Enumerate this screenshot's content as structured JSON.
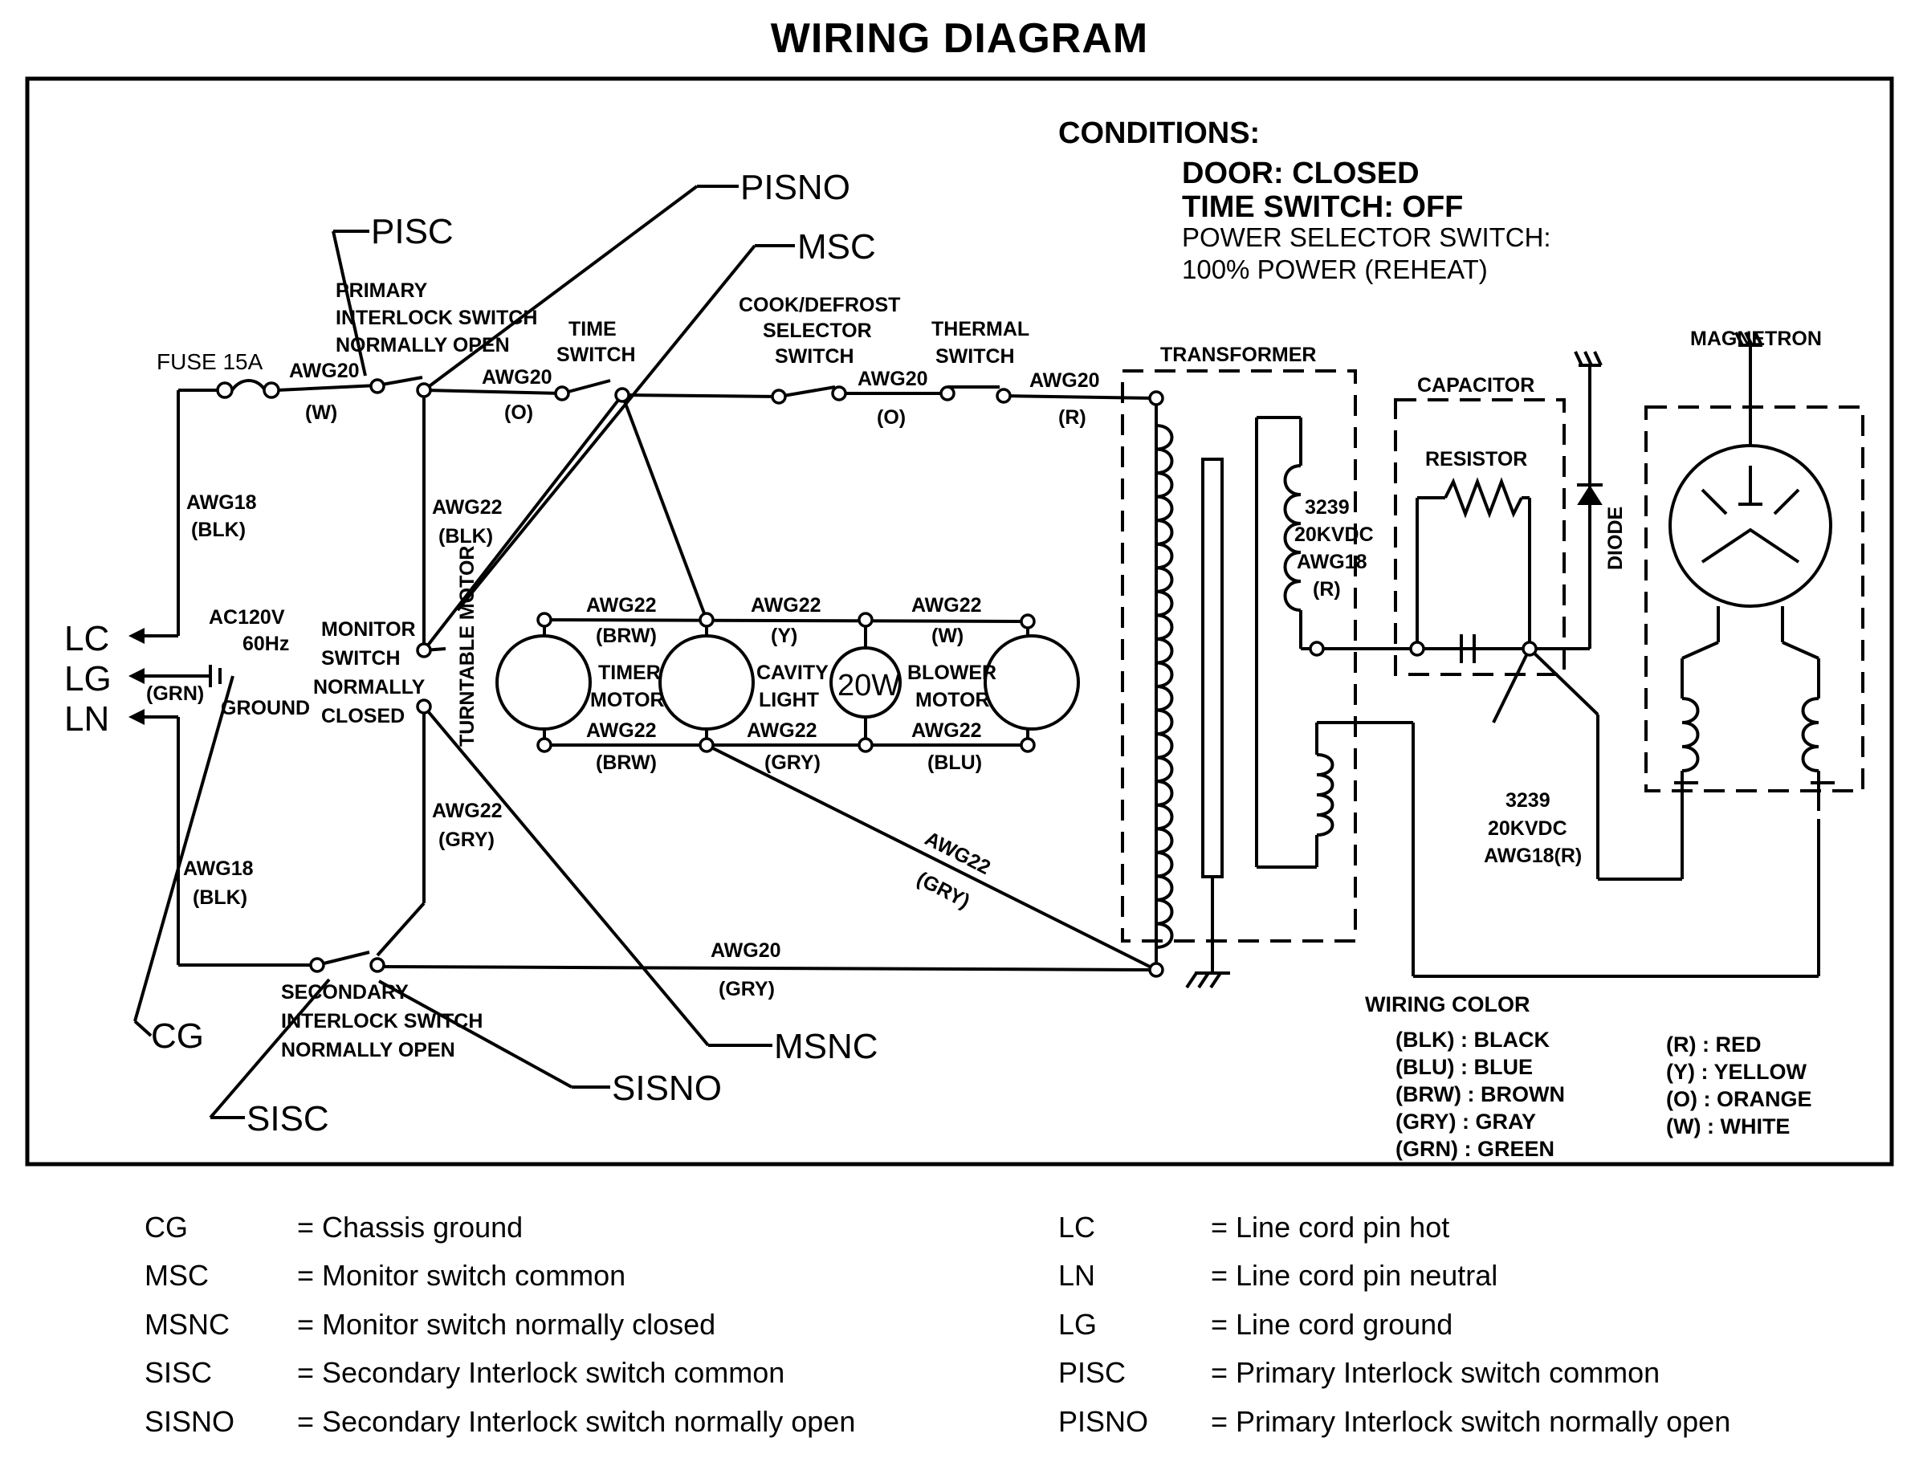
{
  "title": "WIRING DIAGRAM",
  "conditions": {
    "heading": "CONDITIONS:",
    "door": "DOOR: CLOSED",
    "time_switch": "TIME SWITCH: OFF",
    "power_selector": "POWER SELECTOR SWITCH:",
    "power_level": "100% POWER (REHEAT)"
  },
  "terminals": {
    "lc": "LC",
    "lg": "LG",
    "ln": "LN",
    "cg": "CG",
    "pisc": "PISC",
    "pisno": "PISNO",
    "msc": "MSC",
    "msnc": "MSNC",
    "sisno": "SISNO",
    "sisc": "SISC"
  },
  "components": {
    "fuse": "FUSE 15A",
    "primary_interlock": [
      "PRIMARY",
      "INTERLOCK SWITCH",
      "NORMALLY OPEN"
    ],
    "time_switch": [
      "TIME",
      "SWITCH"
    ],
    "cook_defrost": [
      "COOK/DEFROST",
      "SELECTOR",
      "SWITCH"
    ],
    "thermal_switch": [
      "THERMAL",
      "SWITCH"
    ],
    "transformer": "TRANSFORMER",
    "capacitor": "CAPACITOR",
    "resistor": "RESISTOR",
    "diode": "DIODE",
    "magnetron": "MAGNETRON",
    "power_supply": [
      "AC120V",
      "60Hz"
    ],
    "ground": "GROUND",
    "monitor_switch": [
      "MONITOR",
      "SWITCH",
      "NORMALLY",
      "CLOSED"
    ],
    "turntable_motor": "TURNTABLE MOTOR",
    "timer_motor": [
      "TIMER",
      "MOTOR"
    ],
    "cavity_light": [
      "CAVITY",
      "LIGHT"
    ],
    "lamp_rating": "20W",
    "blower_motor": [
      "BLOWER",
      "MOTOR"
    ],
    "secondary_interlock": [
      "SECONDARY",
      "INTERLOCK SWITCH",
      "NORMALLY OPEN"
    ],
    "hv_wire_top": [
      "3239",
      "20KVDC",
      "AWG18",
      "(R)"
    ],
    "hv_wire_bottom": [
      "3239",
      "20KVDC",
      "AWG18(R)"
    ]
  },
  "wires": {
    "w1": [
      "AWG20",
      "(W)"
    ],
    "w2": [
      "AWG20",
      "(O)"
    ],
    "w3": [
      "AWG20",
      "(O)"
    ],
    "w4": [
      "AWG20",
      "(R)"
    ],
    "w5": [
      "AWG18",
      "(BLK)"
    ],
    "w6": [
      "AWG22",
      "(BLK)"
    ],
    "w7": [
      "AWG18",
      "(BLK)"
    ],
    "w8": [
      "AWG22",
      "(GRY)"
    ],
    "w9": [
      "AWG20",
      "(GRY)"
    ],
    "w10": [
      "AWG22",
      "(GRY)"
    ],
    "grn": "(GRN)",
    "m_top1": [
      "AWG22",
      "(BRW)"
    ],
    "m_top2": [
      "AWG22",
      "(Y)"
    ],
    "m_top3": [
      "AWG22",
      "(W)"
    ],
    "m_bot1": [
      "AWG22",
      "(BRW)"
    ],
    "m_bot2": [
      "AWG22",
      "(GRY)"
    ],
    "m_bot3": [
      "AWG22",
      "(BLU)"
    ]
  },
  "wiring_color": {
    "heading": "WIRING COLOR",
    "left": [
      "(BLK) : BLACK",
      "(BLU) : BLUE",
      "(BRW) : BROWN",
      "(GRY) : GRAY",
      "(GRN) : GREEN"
    ],
    "right": [
      "(R) : RED",
      "(Y) : YELLOW",
      "(O) : ORANGE",
      "(W) : WHITE"
    ]
  },
  "legend": {
    "left": [
      {
        "abbr": "CG",
        "def": "= Chassis ground"
      },
      {
        "abbr": "MSC",
        "def": "= Monitor switch common"
      },
      {
        "abbr": "MSNC",
        "def": "= Monitor switch normally closed"
      },
      {
        "abbr": "SISC",
        "def": "= Secondary Interlock switch common"
      },
      {
        "abbr": "SISNO",
        "def": "= Secondary Interlock switch normally open"
      }
    ],
    "right": [
      {
        "abbr": "LC",
        "def": "= Line cord pin hot"
      },
      {
        "abbr": "LN",
        "def": "= Line cord pin neutral"
      },
      {
        "abbr": "LG",
        "def": "= Line cord ground"
      },
      {
        "abbr": "PISC",
        "def": "= Primary Interlock switch common"
      },
      {
        "abbr": "PISNO",
        "def": "= Primary Interlock switch normally open"
      }
    ]
  }
}
